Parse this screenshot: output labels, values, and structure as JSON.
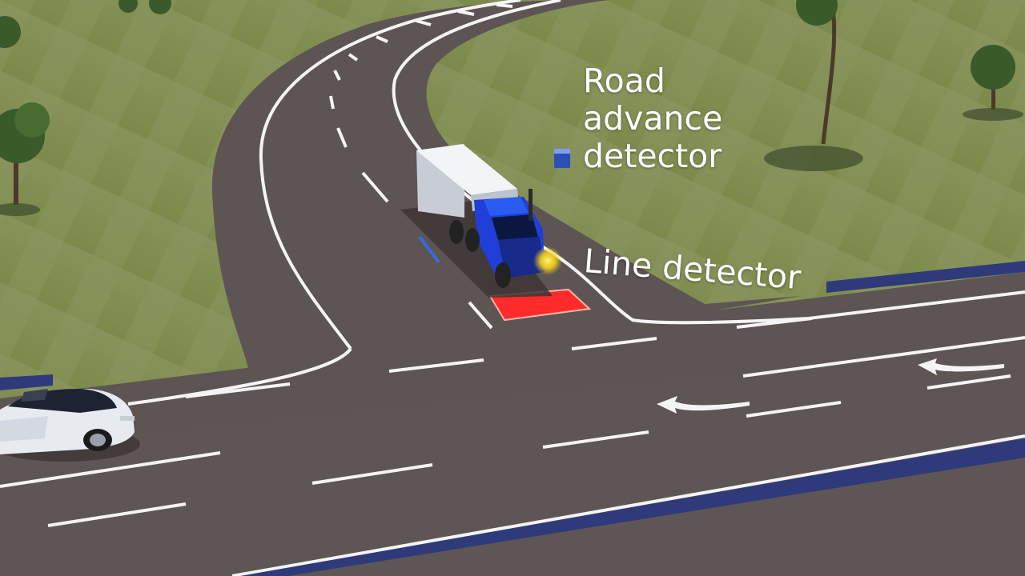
{
  "labels": {
    "road_advance_detector": [
      "Road",
      "advance",
      "detector"
    ],
    "line_detector": "Line detector"
  },
  "colors": {
    "grass": "#7e8a4f",
    "asphalt": "#5d5553",
    "lane_marking": "#f4f4f4",
    "guardrail": "#2f3a7a",
    "truck_cab": "#1f3fd8",
    "detector_zone": "#ff2a2a",
    "advance_detector": "#2c4fb5",
    "headlight": "#f5d21a"
  },
  "objects": {
    "truck": "blue-semi-truck",
    "car": "white-sedan",
    "line_detector_zone": "red-detector-zone",
    "road_advance_detector_device": "blue-detector-box",
    "arrows": [
      "left-turn-arrow",
      "left-turn-arrow"
    ]
  }
}
